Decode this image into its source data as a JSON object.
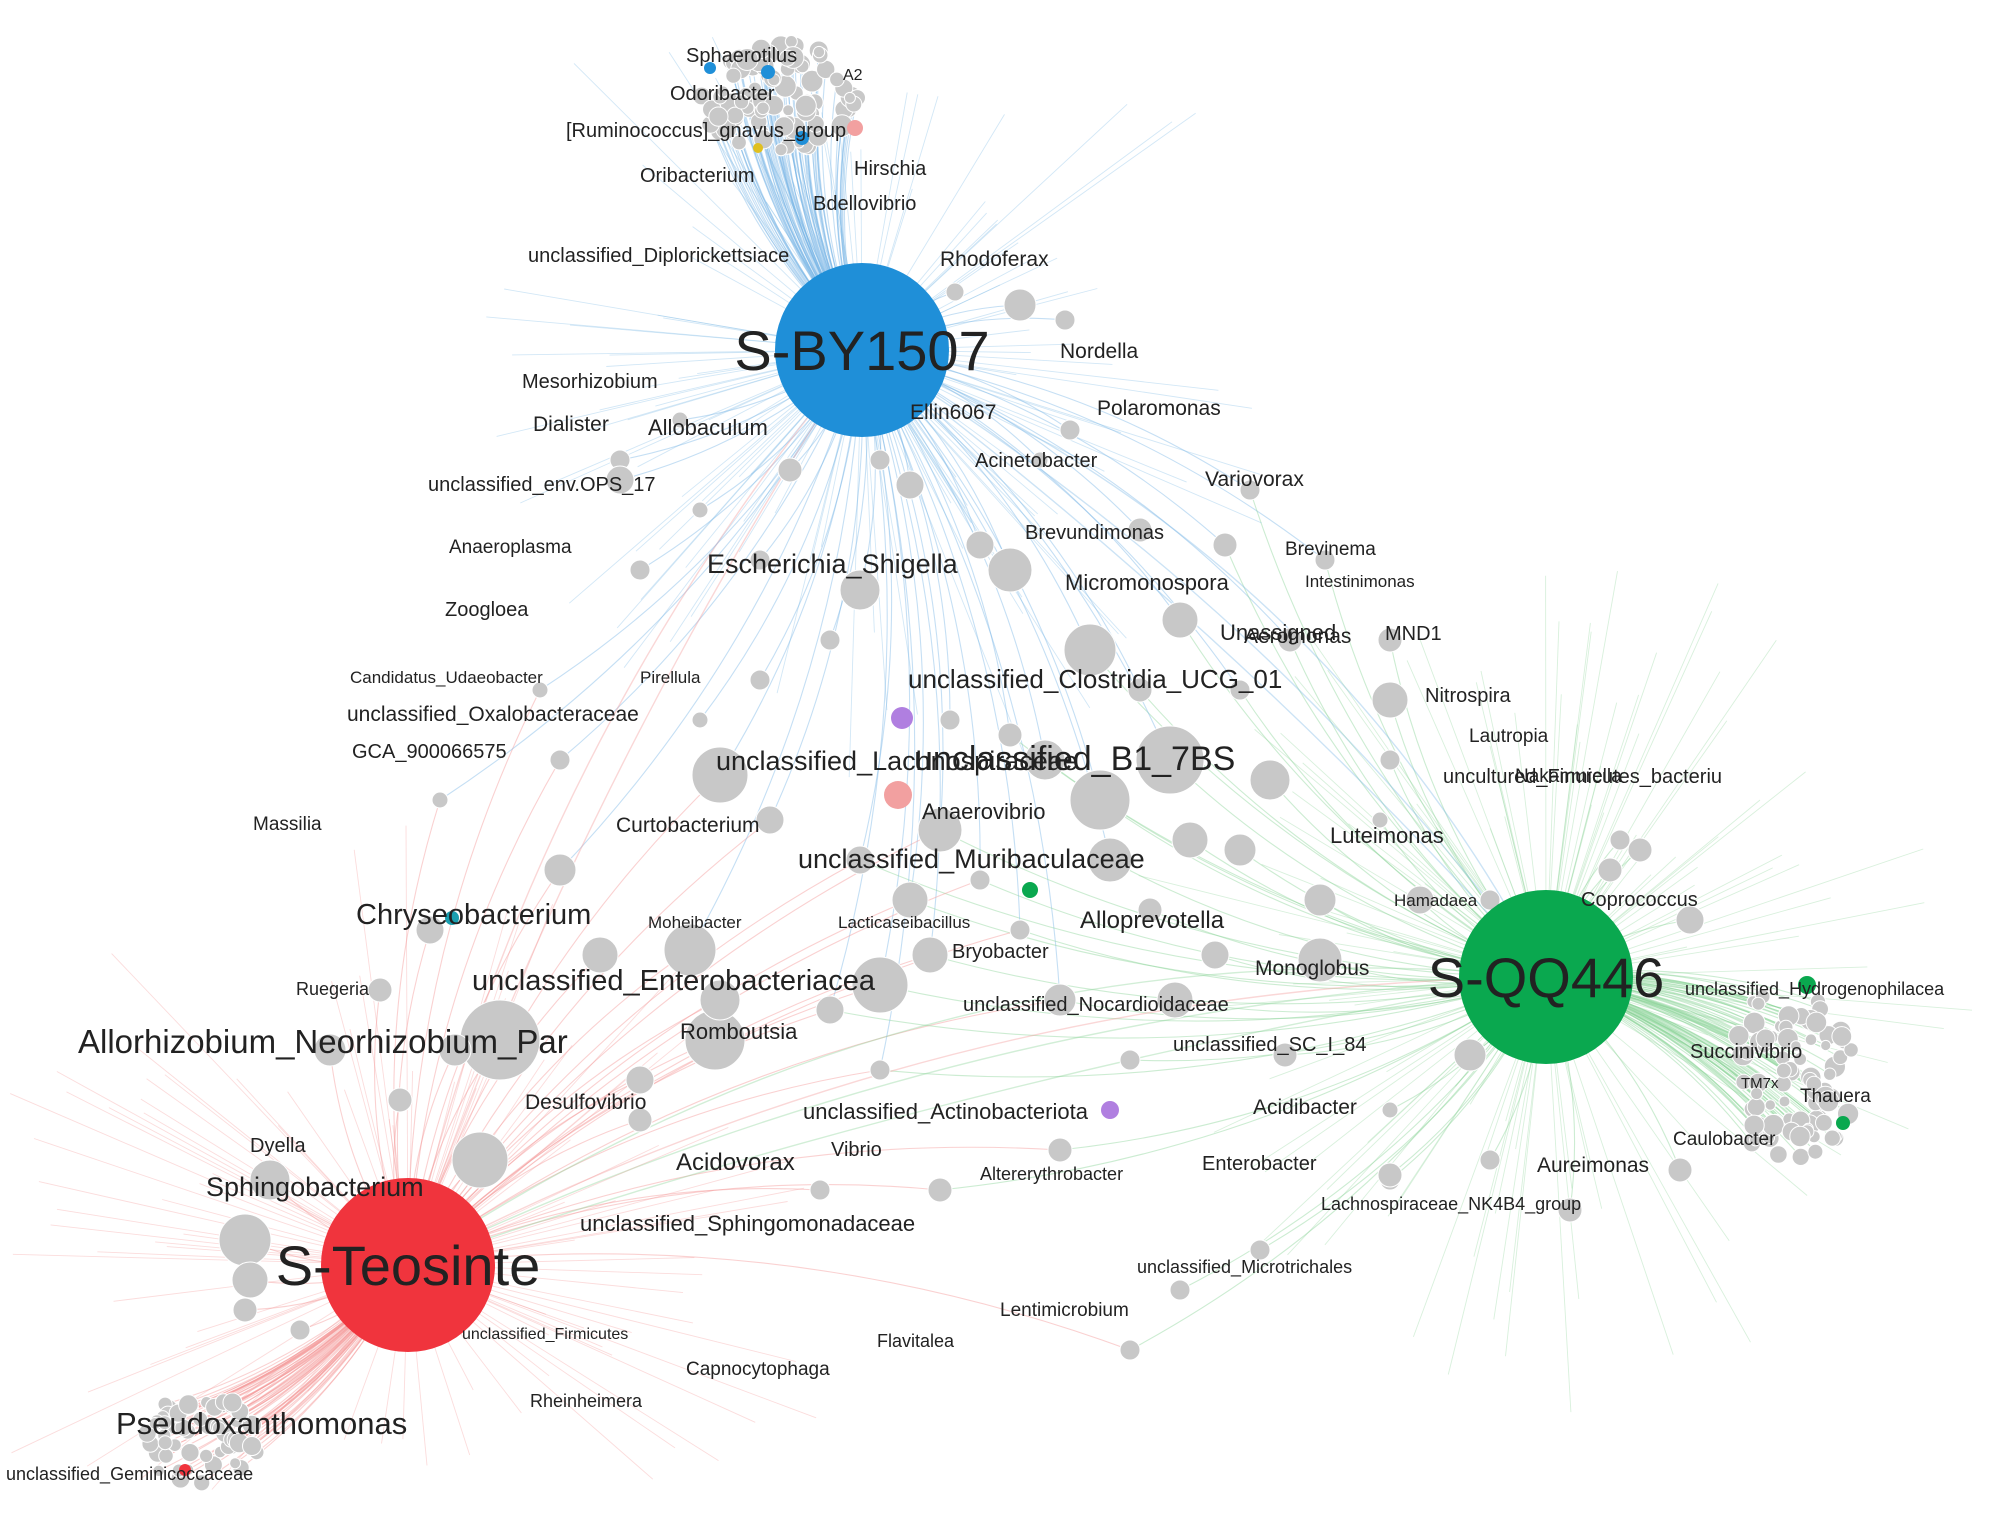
{
  "colors": {
    "by1507": "#1f8fd8",
    "qq446": "#0aa84f",
    "teosinte": "#f0343d",
    "node_grey": "#c8c8c8",
    "edge_blue": "#7fb9e6",
    "edge_green": "#8fd49c",
    "edge_red": "#f39a9a",
    "purple": "#b07fe0",
    "teal": "#1a9fb0",
    "pink": "#f2a0a0"
  },
  "hubs": [
    {
      "id": "by1507",
      "label": "S-BY1507"
    },
    {
      "id": "qq446",
      "label": "S-QQ446"
    },
    {
      "id": "teosinte",
      "label": "S-Teosinte"
    }
  ],
  "labels": [
    "Sphaerotilus",
    "A2",
    "Odoribacter",
    "[Ruminococcus]_gnavus_group",
    "Oribacterium",
    "Hirschia",
    "Bdellovibrio",
    "unclassified_Diplorickettsiace",
    "Rhodoferax",
    "Nordella",
    "Mesorhizobium",
    "Dialister",
    "Allobaculum",
    "Ellin6067",
    "Polaromonas",
    "Acinetobacter",
    "unclassified_env.OPS_17",
    "Variovorax",
    "Anaeroplasma",
    "Brevundimonas",
    "Brevinema",
    "Escherichia_Shigella",
    "Micromonospora",
    "Intestinimonas",
    "Zoogloea",
    "Unassigned",
    "MND1",
    "Aeromonas",
    "Candidatus_Udaeobacter",
    "Pirellula",
    "unclassified_Clostridia_UCG_01",
    "Nitrospira",
    "unclassified_Oxalobacteraceae",
    "Lautropia",
    "GCA_900066575",
    "Nakamurella",
    "unclassified_Lachnospiraceae",
    "unclassified_B1_7BS",
    "uncultured_Firmicutes_bacteriu",
    "Massilia",
    "Anaerovibrio",
    "Curtobacterium",
    "Luteimonas",
    "unclassified_Muribaculaceae",
    "Hamadaea",
    "Coprococcus",
    "Chryseobacterium",
    "Moheibacter",
    "Lacticaseibacillus",
    "Alloprevotella",
    "Bryobacter",
    "Monoglobus",
    "unclassified_Hydrogenophilacea",
    "Ruegeria",
    "unclassified_Enterobacteriacea",
    "unclassified_Nocardioidaceae",
    "Romboutsia",
    "Allorhizobium_Neorhizobium_Par",
    "unclassified_SC_I_84",
    "Succinivibrio",
    "TM7x",
    "Thauera",
    "Desulfovibrio",
    "Acidibacter",
    "unclassified_Actinobacteriota",
    "Caulobacter",
    "Dyella",
    "Vibrio",
    "Acidovorax",
    "Enterobacter",
    "Altererythrobacter",
    "Aureimonas",
    "Sphingobacterium",
    "Lachnospiraceae_NK4B4_group",
    "unclassified_Sphingomonadaceae",
    "unclassified_Microtrichales",
    "Lentimicrobium",
    "unclassified_Firmicutes",
    "Flavitalea",
    "Capnocytophaga",
    "Rheinheimera",
    "Pseudoxanthomonas",
    "unclassified_Geminicoccaceae"
  ]
}
